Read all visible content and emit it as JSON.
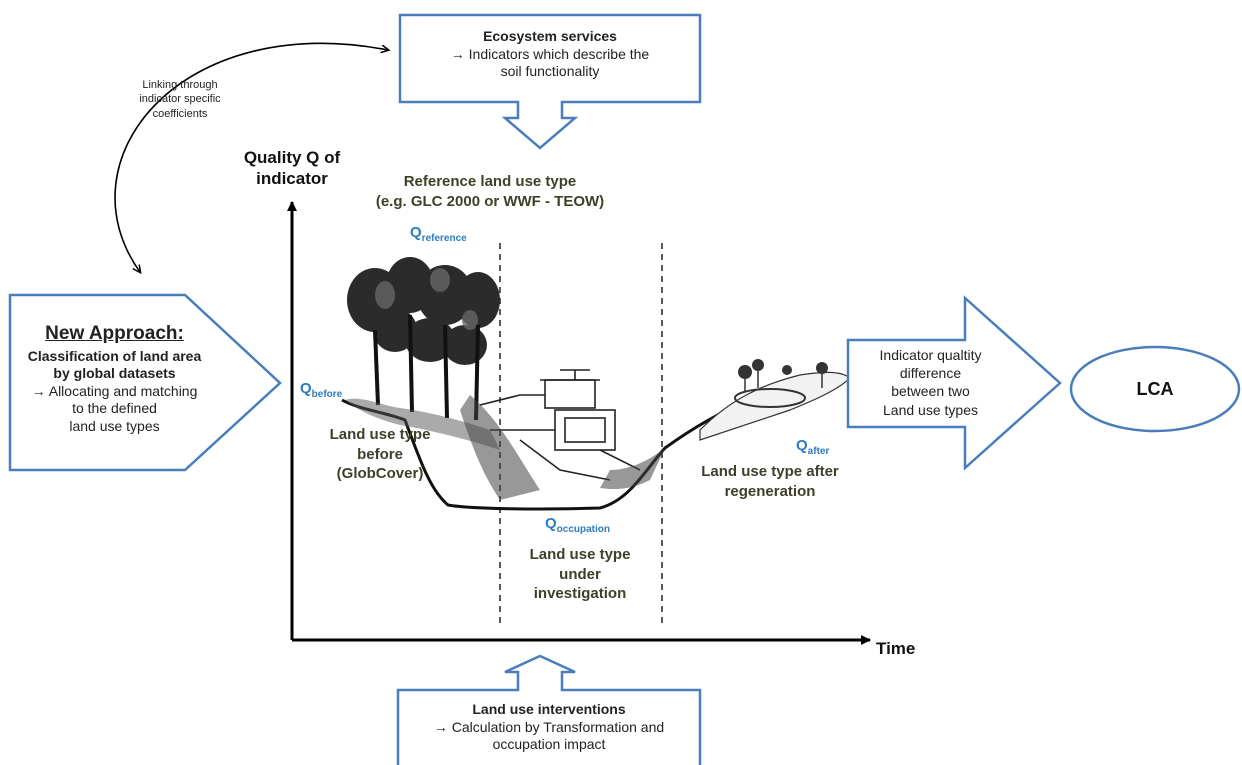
{
  "ecosystem_box": {
    "title": "Ecosystem services",
    "line1": "→ Indicators which describe the",
    "line2": "soil functionality"
  },
  "link_note": {
    "line1": "Linking through",
    "line2": "indicator specific",
    "line3": "coefficients"
  },
  "new_approach": {
    "title": "New Approach:",
    "line1": "Classification of land area",
    "line2": "by  global datasets",
    "line3": "→ Allocating and matching",
    "line4": "to the defined",
    "line5": "land use types"
  },
  "axes": {
    "y_label_line1": "Quality Q of",
    "y_label_line2": "indicator",
    "x_label": "Time"
  },
  "reference": {
    "line1": "Reference land use type",
    "line2": "(e.g. GLC 2000 or WWF - TEOW)"
  },
  "q_labels": {
    "q": "Q",
    "reference": "reference",
    "before": "before",
    "occupation": "occupation",
    "after": "after"
  },
  "land_before": {
    "line1": "Land use type",
    "line2": "before",
    "line3": "(GlobCover)"
  },
  "land_investigation": {
    "line1": "Land use type",
    "line2": "under",
    "line3": "investigation"
  },
  "land_after": {
    "line1": "Land use type after",
    "line2": "regeneration"
  },
  "indicator_arrow": {
    "line1": "Indicator qualtity",
    "line2": "difference",
    "line3": "between two",
    "line4": "Land use types"
  },
  "lca": "LCA",
  "interventions_box": {
    "title": "Land use interventions",
    "line1": "→ Calculation by Transformation and",
    "line2": "occupation impact"
  },
  "colors": {
    "box_stroke": "#4a7ebb",
    "q_label": "#2e7bbf",
    "dark_label": "#3f3f2a",
    "axis": "#000000"
  }
}
